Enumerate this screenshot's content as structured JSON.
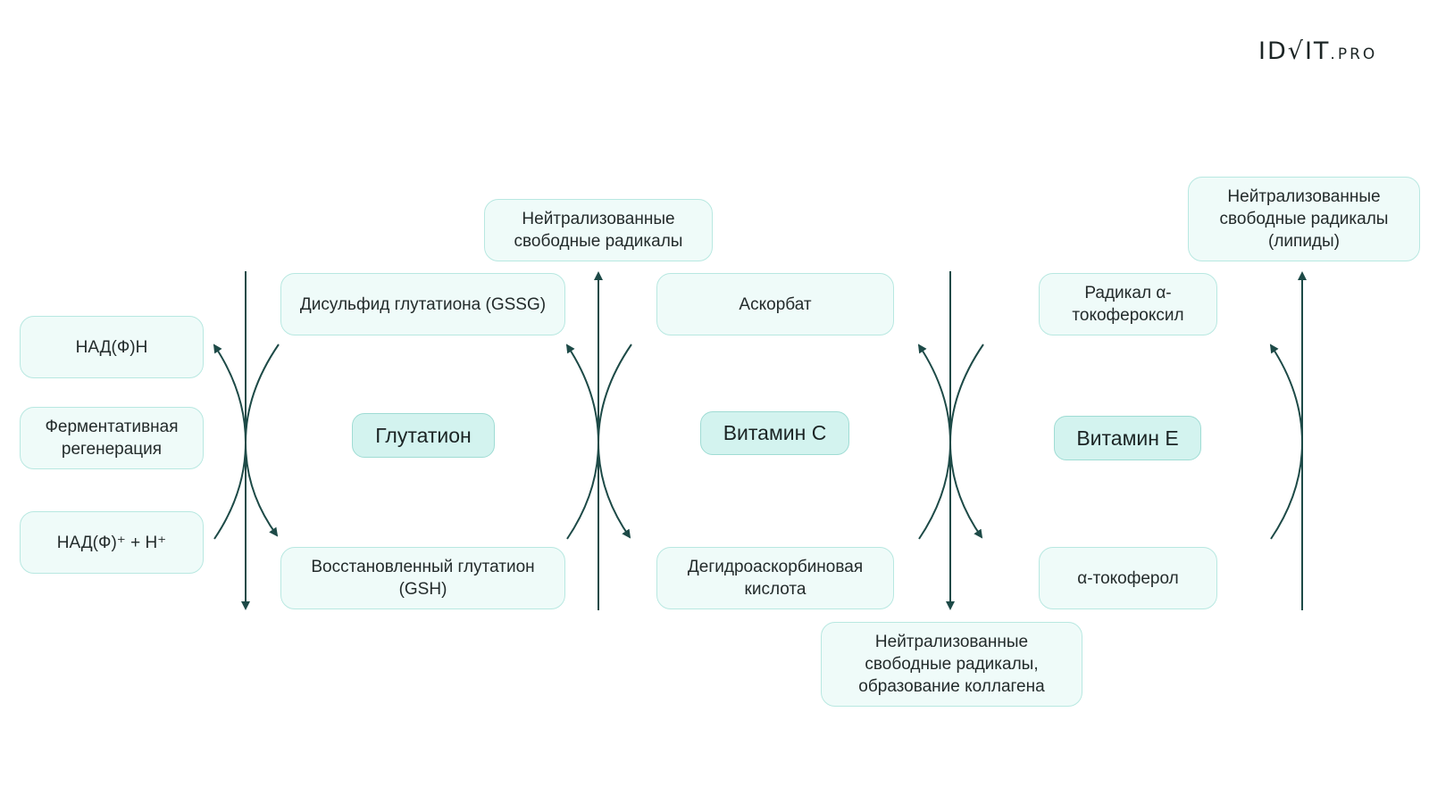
{
  "brand": {
    "logo_main": "ID√IT",
    "logo_suffix": ".PRO"
  },
  "colors": {
    "box_fill": "#effbf9",
    "box_border": "#b8e8e1",
    "hub_fill": "#d3f3ef",
    "arrow": "#1d4a47"
  },
  "left_column": {
    "nadph": "НАД(Ф)Н",
    "enzymatic": "Ферментативная регенерация",
    "nadp": "НАД(Ф)⁺ + H⁺"
  },
  "glutathione": {
    "hub": "Глутатион",
    "top": "Дисульфид глутатиона (GSSG)",
    "bottom": "Восстановленный глутатион (GSH)",
    "output": "Нейтрализованные свободные радикалы"
  },
  "vitamin_c": {
    "hub": "Витамин C",
    "top": "Аскорбат",
    "bottom": "Дегидроаскорбиновая кислота",
    "output": "Нейтрализованные свободные радикалы, образование коллагена"
  },
  "vitamin_e": {
    "hub": "Витамин E",
    "top": "Радикал α-токофероксил",
    "bottom": "α-токоферол",
    "output": "Нейтрализованные свободные радикалы (липиды)"
  }
}
